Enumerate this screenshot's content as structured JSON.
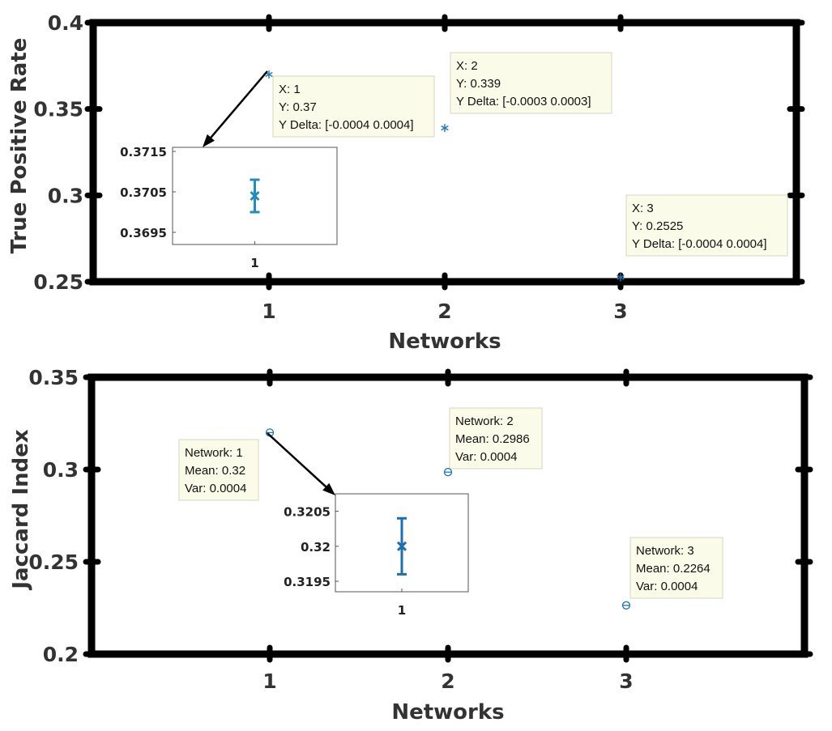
{
  "chart_data": [
    {
      "type": "scatter",
      "xlabel": "Networks",
      "ylabel": "True Positive Rate",
      "xlim": [
        0,
        4
      ],
      "ylim": [
        0.25,
        0.4
      ],
      "xticks": [
        "1",
        "2",
        "3"
      ],
      "yticks": [
        "0.25",
        "0.3",
        "0.35",
        "0.4"
      ],
      "marker": "asterisk",
      "color": "#1f77b4",
      "points": [
        {
          "x": 1,
          "y": 0.37
        },
        {
          "x": 2,
          "y": 0.339
        },
        {
          "x": 3,
          "y": 0.2525
        }
      ],
      "datatips": [
        {
          "lines": [
            "X: 1",
            "Y: 0.37",
            "Y Delta: [-0.0004 0.0004]"
          ]
        },
        {
          "lines": [
            "X: 2",
            "Y: 0.339",
            "Y Delta: [-0.0003 0.0003]"
          ]
        },
        {
          "lines": [
            "X: 3",
            "Y: 0.2525",
            "Y Delta: [-0.0004 0.0004]"
          ]
        }
      ],
      "inset": {
        "type": "errorbar",
        "xticks": [
          "1"
        ],
        "yticks": [
          "0.3715",
          "0.3705",
          "0.3695"
        ],
        "ylim": [
          0.3692,
          0.3716
        ],
        "x": 1,
        "y": 0.3704,
        "delta": 0.0004
      }
    },
    {
      "type": "scatter",
      "xlabel": "Networks",
      "ylabel": "Jaccard Index",
      "xlim": [
        0,
        4
      ],
      "ylim": [
        0.2,
        0.35
      ],
      "xticks": [
        "1",
        "2",
        "3"
      ],
      "yticks": [
        "0.2",
        "0.25",
        "0.3",
        "0.35"
      ],
      "marker": "circle",
      "color": "#1f77b4",
      "points": [
        {
          "x": 1,
          "y": 0.32
        },
        {
          "x": 2,
          "y": 0.2986
        },
        {
          "x": 3,
          "y": 0.2264
        }
      ],
      "datatips": [
        {
          "lines": [
            "Network: 1",
            "Mean: 0.32",
            "Var: 0.0004"
          ]
        },
        {
          "lines": [
            "Network: 2",
            "Mean: 0.2986",
            "Var: 0.0004"
          ]
        },
        {
          "lines": [
            "Network: 3",
            "Mean: 0.2264",
            "Var: 0.0004"
          ]
        }
      ],
      "inset": {
        "type": "errorbar",
        "xticks": [
          "1"
        ],
        "yticks": [
          "0.3205",
          "0.32",
          "0.3195"
        ],
        "ylim": [
          0.31935,
          0.32075
        ],
        "x": 1,
        "y": 0.32,
        "delta": 0.0004
      }
    }
  ]
}
